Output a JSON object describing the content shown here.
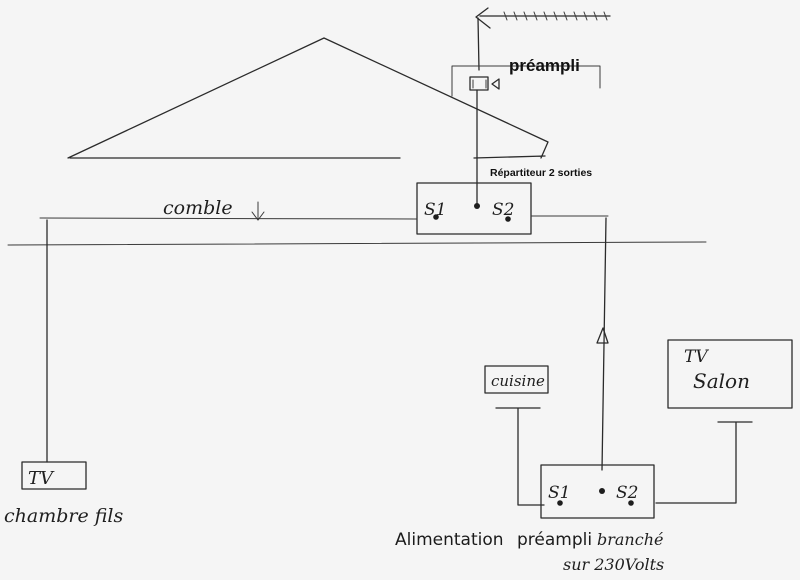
{
  "labels": {
    "preamp": "préampli",
    "splitter_caption": "Répartiteur 2 sorties",
    "attic": "comble",
    "out1": "S1",
    "out2": "S2",
    "tv_kitchen": "cuisine",
    "tv": "TV",
    "tv_living": "Salon",
    "tv_bedroom": "chambre fils",
    "power_prefix": "Alimentation",
    "power_preamp": "préampli",
    "power_plugged": "branché",
    "power_on": "sur 230Volts"
  }
}
